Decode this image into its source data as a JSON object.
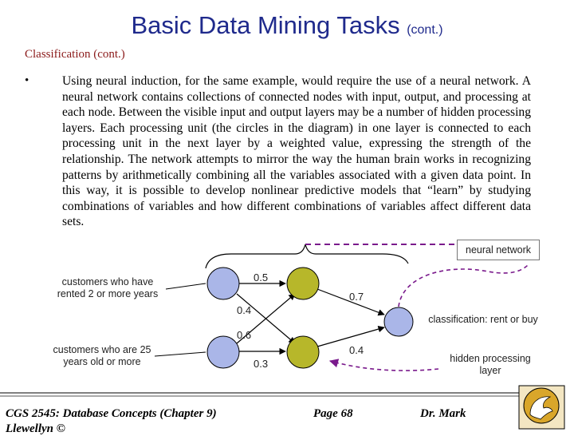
{
  "slide": {
    "title_main": "Basic Data Mining Tasks",
    "title_cont": "(cont.)",
    "subtitle": "Classification (cont.)",
    "bullet_char": "•",
    "paragraph": "Using neural induction, for the same example, would require the use of a neural network. A neural network contains collections of connected nodes with input, output, and processing at each node. Between the visible input and output layers may be a number of hidden processing layers. Each processing unit (the circles in the diagram) in one layer is connected to each processing unit in the next layer by a weighted value, expressing the strength of the relationship. The network attempts to mirror the way the human brain works in recognizing patterns by arithmetically combining all the variables associated with a given data point. In this way, it is possible to develop nonlinear predictive models that “learn” by studying combinations of variables and how different combinations of variables affect different data sets."
  },
  "diagram": {
    "neural_network_label": "neural network",
    "input1_label": "customers who have rented 2 or more years",
    "input2_label": "customers who are 25 years old or more",
    "output_label": "classification: rent or buy",
    "hidden_label": "hidden processing layer",
    "weights": {
      "w_in1_h1": "0.5",
      "w_h1_out": "0.7",
      "w_in1_h2": "0.4",
      "w_in2_h1": "0.6",
      "w_h2_out": "0.4",
      "w_in2_h2": "0.3"
    },
    "colors": {
      "input_node": "#aab6e8",
      "hidden_node": "#b7b72a",
      "output_node": "#aab6e8",
      "annotation_line": "#7a1a8c"
    }
  },
  "footer": {
    "course": "CGS 2545: Database Concepts (Chapter 9)",
    "page": "Page 68",
    "author": "Dr. Mark",
    "overflow": "Llewellyn ©",
    "logo_icon": "ucf-pegasus-logo-icon"
  }
}
